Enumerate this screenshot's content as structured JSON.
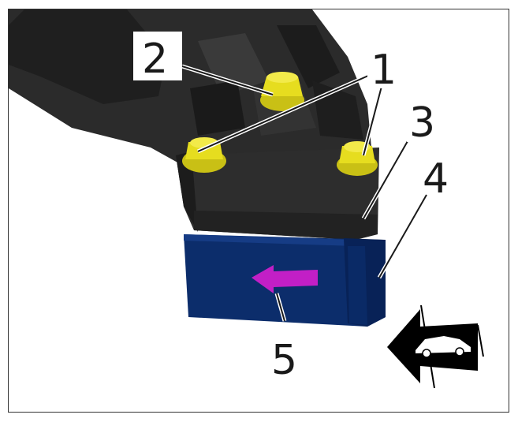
{
  "callouts": [
    {
      "id": "1",
      "label": "1"
    },
    {
      "id": "2",
      "label": "2"
    },
    {
      "id": "3",
      "label": "3"
    },
    {
      "id": "4",
      "label": "4"
    },
    {
      "id": "5",
      "label": "5"
    }
  ],
  "colors": {
    "bracket": "#2b2b2b",
    "bracket_shade": "#1c1c1c",
    "bolts": "#e6dd1f",
    "sensor": "#0c2d6b",
    "arrow": "#c21fc6",
    "direction_arrow": "#000000"
  },
  "icons": {
    "travel_direction": "car-icon"
  }
}
